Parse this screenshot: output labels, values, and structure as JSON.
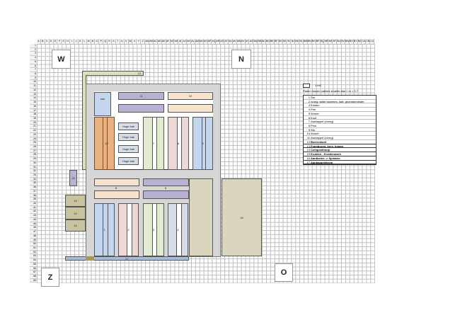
{
  "columns": [
    "A",
    "B",
    "C",
    "D",
    "E",
    "F",
    "G",
    "H",
    "I",
    "J",
    "K",
    "L",
    "M",
    "N",
    "O",
    "P",
    "Q",
    "R",
    "S",
    "T",
    "U",
    "V",
    "W",
    "X",
    "Y",
    "Z",
    "AA",
    "AB",
    "AC",
    "AD",
    "AE",
    "AF",
    "AG",
    "AH",
    "AI",
    "AJ",
    "AK",
    "AL",
    "AM",
    "AN",
    "AO",
    "AP",
    "AQ",
    "AR",
    "AS",
    "AT",
    "AU",
    "AV",
    "AW",
    "AX",
    "AY",
    "AZ",
    "BA",
    "BB",
    "BC",
    "BD",
    "BE",
    "BF",
    "BG",
    "BH",
    "BI",
    "BJ",
    "BK",
    "BL",
    "BM",
    "BN",
    "BO",
    "BP",
    "BQ",
    "BR",
    "BS",
    "BT",
    "BU",
    "BV",
    "BW",
    "BX",
    "BY",
    "BZ",
    "CA",
    "CB",
    "CC"
  ],
  "rows": [
    1,
    2,
    3,
    4,
    5,
    6,
    7,
    8,
    9,
    10,
    11,
    12,
    13,
    14,
    15,
    16,
    17,
    18,
    19,
    20,
    21,
    22,
    23,
    24,
    25,
    26,
    27,
    28,
    29,
    30,
    31,
    32,
    33,
    34,
    35,
    36,
    37,
    38,
    39,
    40,
    41,
    42,
    43,
    44,
    45,
    46,
    47,
    48,
    49,
    50,
    51,
    52,
    53,
    54,
    55,
    56,
    57,
    58,
    59
  ],
  "compass": {
    "west": "W",
    "north": "N",
    "south": "Z",
    "east": "O"
  },
  "plan": {
    "kas": "kas",
    "raised_bed": "Hoge bak",
    "b1": "1",
    "b2": "2",
    "b3": "3",
    "b4": "4",
    "b5": "5",
    "b6": "6",
    "b7": "7",
    "b8": "8",
    "b9": "9",
    "b10": "10",
    "b11": "11",
    "b12": "12",
    "b13": "13",
    "b14": "14",
    "b15": "15",
    "b16": "16",
    "b17": "17"
  },
  "legend": {
    "scale": "1 m2",
    "note": "Paden tussen vakken smaller dan 1 m = 0,7",
    "items": [
      {
        "n": "1",
        "label": "Sla"
      },
      {
        "n": "2",
        "label": "vroeg: wilde bloemen, laat: groenbemester"
      },
      {
        "n": "3",
        "label": "Erwten"
      },
      {
        "n": "4",
        "label": "Prei"
      },
      {
        "n": "5",
        "label": "Wortel"
      },
      {
        "n": "6",
        "label": "Kool"
      },
      {
        "n": "7",
        "label": "Aardappel (vroeg)"
      },
      {
        "n": "8",
        "label": "Peul"
      },
      {
        "n": "9",
        "label": "Sla"
      },
      {
        "n": "10",
        "label": "Wortel"
      },
      {
        "n": "11",
        "label": "Aardappel (vroeg)"
      },
      {
        "n": "12",
        "label": "Boerenkool"
      },
      {
        "n": "13",
        "label": "Frambozen, kers, braam"
      },
      {
        "n": "14",
        "label": "Composthoop"
      },
      {
        "n": "15",
        "label": "Kruiden - Kruidenwerk"
      },
      {
        "n": "16",
        "label": "Aardbeien -> Spinazie"
      },
      {
        "n": "17",
        "label": "Aardappelbloem"
      }
    ]
  },
  "colors": {
    "kas": "#c3d6ee",
    "orange": "#eab183",
    "lavender": "#b9b1d3",
    "peach": "#f7e3cc",
    "frame": "#d6d6d6"
  }
}
